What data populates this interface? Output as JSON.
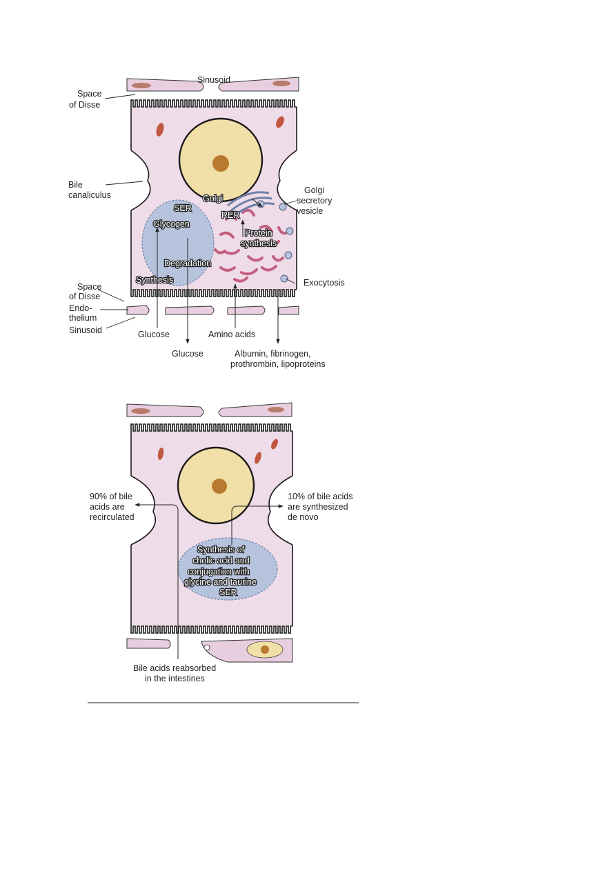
{
  "figure_top": {
    "labels": {
      "sinusoid_top": "Sinusoid",
      "space_of_disse_top_1": "Space",
      "space_of_disse_top_2": "of Disse",
      "bile_canaliculus_1": "Bile",
      "bile_canaliculus_2": "canaliculus",
      "golgi": "Golgi",
      "golgi_vesicle_1": "Golgi",
      "golgi_vesicle_2": "secretory",
      "golgi_vesicle_3": "vesicle",
      "ser": "SER",
      "glycogen": "Glycogen",
      "rer": "RER",
      "protein_synthesis_1": "Protein",
      "protein_synthesis_2": "synthesis",
      "degradation": "Degradation",
      "synthesis": "Synthesis",
      "exocytosis": "Exocytosis",
      "space_of_disse_bottom_1": "Space",
      "space_of_disse_bottom_2": "of Disse",
      "endothelium_1": "Endo-",
      "endothelium_2": "thelium",
      "sinusoid_bottom": "Sinusoid",
      "glucose_in": "Glucose",
      "amino_acids": "Amino acids",
      "glucose_out": "Glucose",
      "plasma_proteins_1": "Albumin, fibrinogen,",
      "plasma_proteins_2": "prothrombin, lipoproteins"
    }
  },
  "figure_bottom": {
    "labels": {
      "recirculated_1": "90% of bile",
      "recirculated_2": "acids are",
      "recirculated_3": "recirculated",
      "de_novo_1": "10% of bile acids",
      "de_novo_2": "are synthesized",
      "de_novo_3": "de novo",
      "ser_text_1": "Synthesis of",
      "ser_text_2": "cholic acid and",
      "ser_text_3": "conjugation with",
      "ser_text_4": "glycine and taurine",
      "ser_text_5": "SER",
      "reabsorbed_1": "Bile acids reabsorbed",
      "reabsorbed_2": "in the intestines"
    }
  },
  "colors": {
    "cytoplasm": "#efdce9",
    "nucleus": "#f1dfa8",
    "nucleolus": "#b87a2e",
    "rer": "#c2607e",
    "ser": "#8fa3c8",
    "mitochondria": "#c0583f"
  }
}
